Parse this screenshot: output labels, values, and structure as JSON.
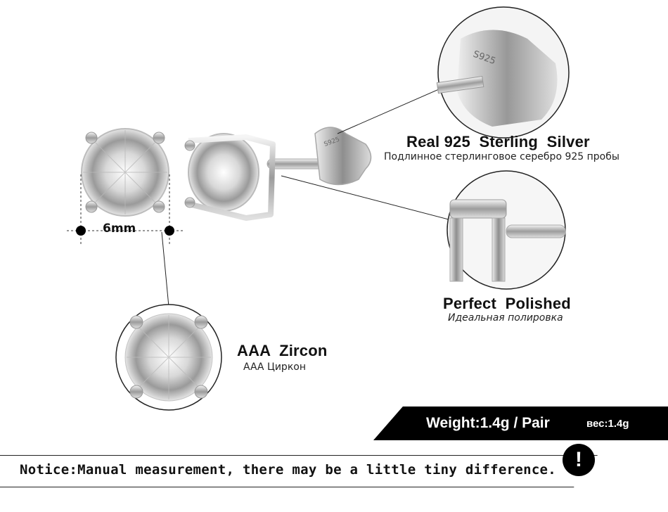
{
  "size": {
    "label": "6mm"
  },
  "features": {
    "silver": {
      "title": "Real 925  Sterling  Silver",
      "subtitle": "Подлинное стерлинговое серебро 925 пробы"
    },
    "polished": {
      "title": "Perfect  Polished",
      "subtitle": "Идеальная полировка"
    },
    "zircon": {
      "title": "AAA  Zircon",
      "subtitle": "AAA Циркон"
    }
  },
  "stamp": "S925",
  "weight": {
    "label": "Weight:1.4g / Pair",
    "ru_label": "вес:1.4g"
  },
  "notice": {
    "text": "Notice:Manual measurement, there may be a little tiny difference.",
    "icon": "exclamation-icon",
    "icon_glyph": "!"
  },
  "colors": {
    "banner": "#000000",
    "metal": "#c8c8c8",
    "text": "#111111"
  }
}
